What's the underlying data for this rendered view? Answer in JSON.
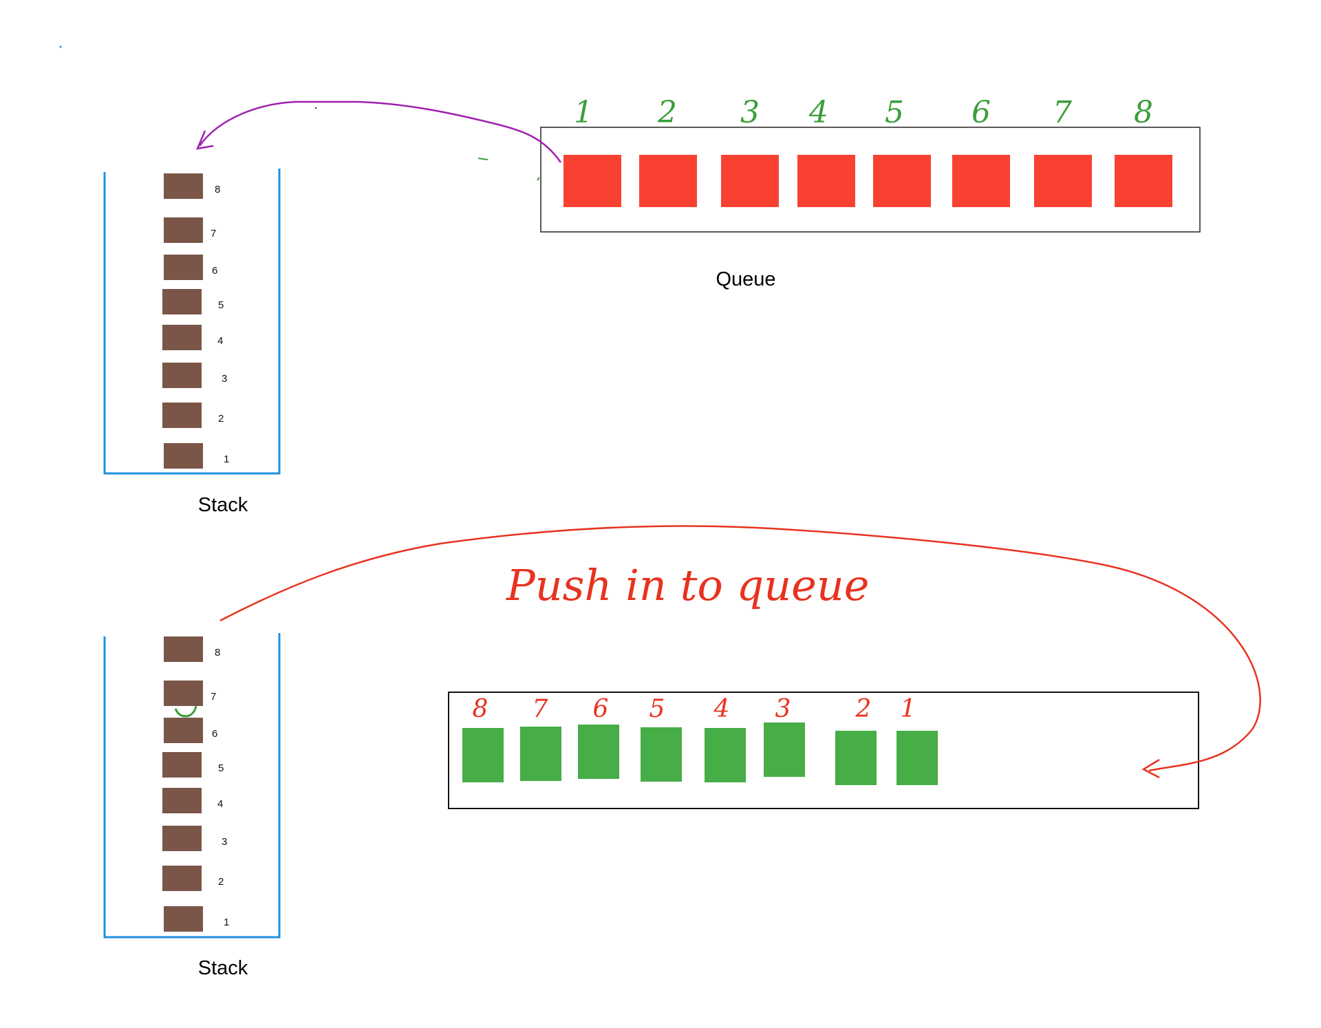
{
  "stack_top": {
    "label": "Stack",
    "item_numbers": [
      "8",
      "7",
      "6",
      "5",
      "4",
      "3",
      "2",
      "1"
    ],
    "item_color": "#7a5548",
    "border_color": "#1f8fe0"
  },
  "stack_bottom": {
    "label": "Stack",
    "item_numbers": [
      "8",
      "7",
      "6",
      "5",
      "4",
      "3",
      "2",
      "1"
    ],
    "item_color": "#7a5548",
    "border_color": "#1f8fe0"
  },
  "queue_top": {
    "label": "Queue",
    "item_numbers": [
      "1",
      "2",
      "3",
      "4",
      "5",
      "6",
      "7",
      "8"
    ],
    "item_color": "#f94132",
    "number_color": "#3a9e3a"
  },
  "queue_bottom": {
    "item_numbers": [
      "8",
      "7",
      "6",
      "5",
      "4",
      "3",
      "2",
      "1"
    ],
    "item_color": "#46ad47",
    "number_color": "#e8321f"
  },
  "annotation": {
    "text": "Push in to queue",
    "color": "#e8321f"
  },
  "arrow_colors": {
    "top": "#a020b0",
    "bottom": "#e8321f"
  }
}
